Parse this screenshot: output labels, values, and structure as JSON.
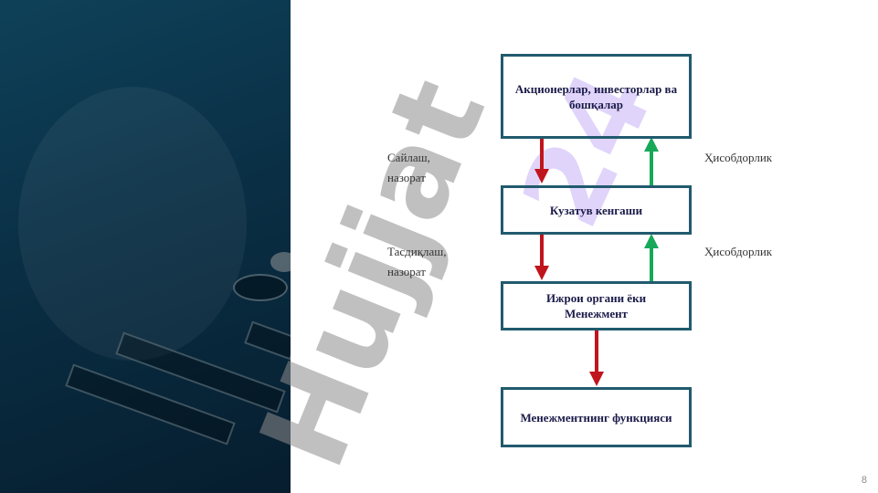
{
  "slide": {
    "title": "КОРПОРАТИВ  БОШҚАРУВ\nТУЗИЛМАСИ",
    "page_number": "8"
  },
  "watermark": {
    "text_gray": "Hujjat",
    "text_purple": "24"
  },
  "diagram": {
    "nodes": {
      "shareholders": "Акционерлар,  инвесторлар ва бошқалар",
      "board": "Кузатув кенгаши",
      "executive": "Ижрои органи ёки Менежмент",
      "functions": "Менежментнинг функцияси"
    },
    "edge_labels": {
      "elect_control": "Сайлаш,\nназорат",
      "accountability_1": "Ҳисобдорлик",
      "approve_control": "Тасдиқлаш,\n назорат",
      "accountability_2": "Ҳисобдорлик"
    },
    "colors": {
      "down_arrow": "#c0151c",
      "up_arrow": "#17a85a",
      "box_border": "#215a6e"
    }
  }
}
